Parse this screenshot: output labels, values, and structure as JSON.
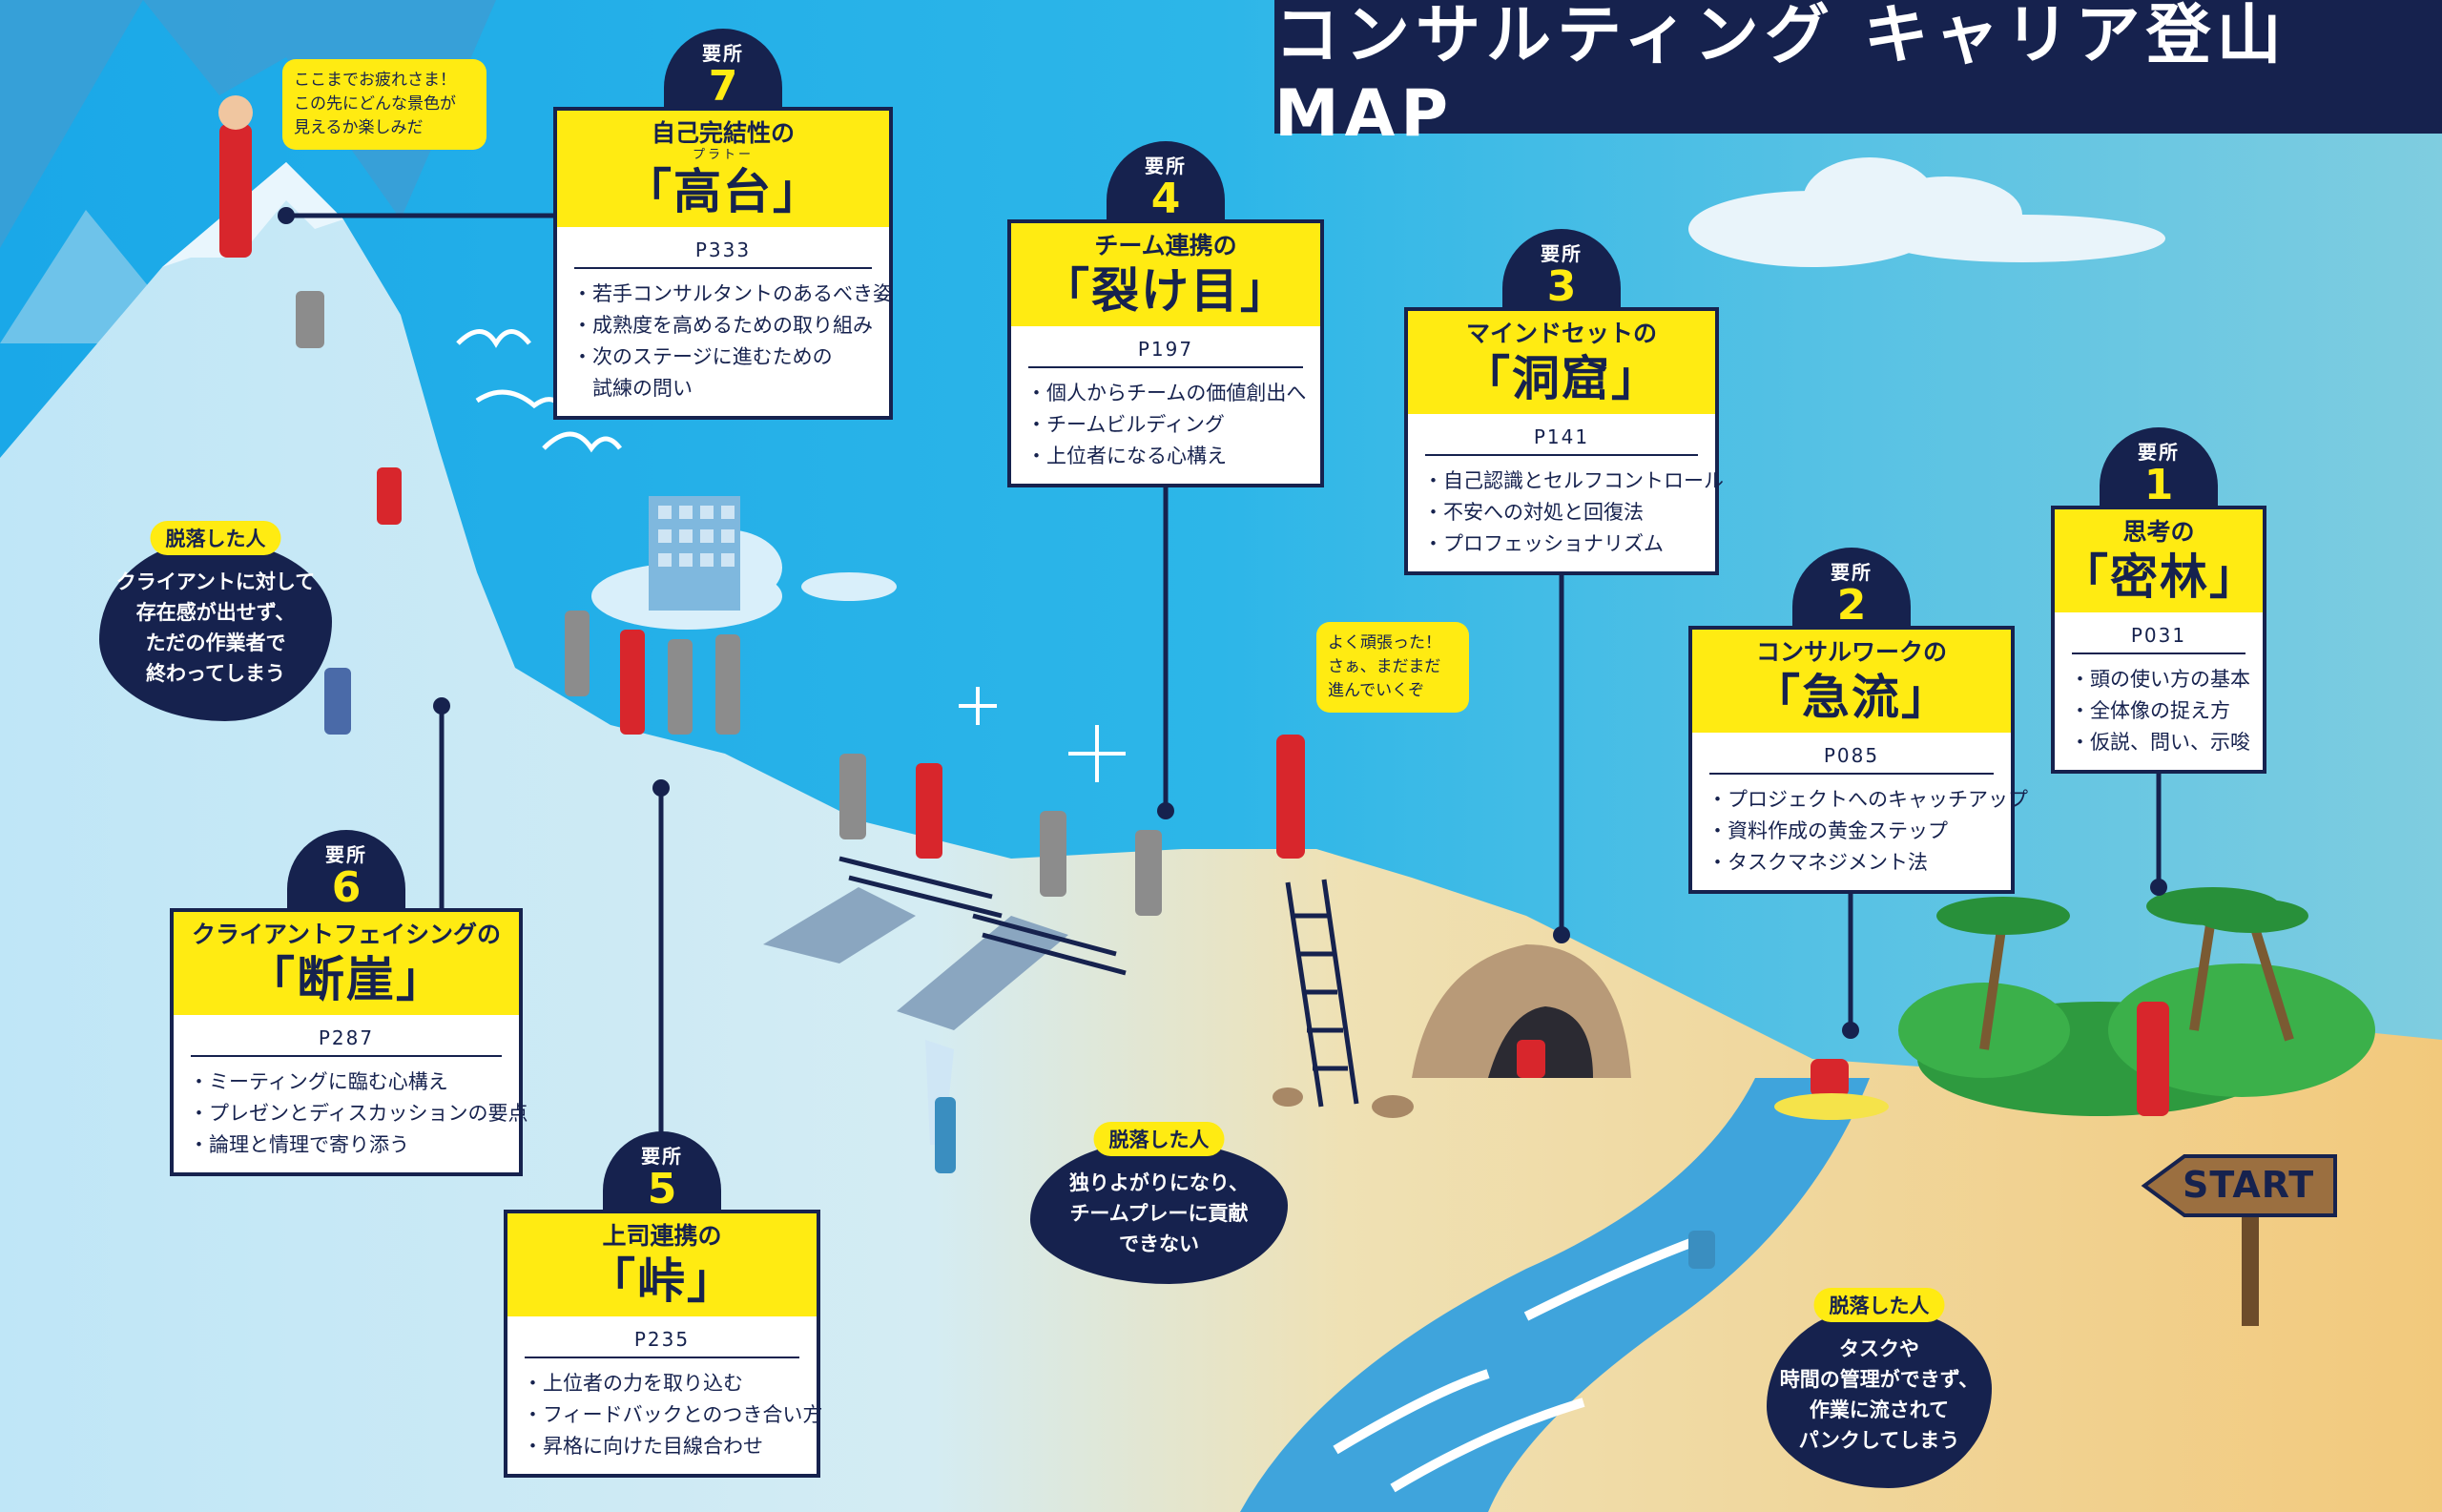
{
  "title": "コンサルティング キャリア登山MAP",
  "stages": [
    {
      "id": 1,
      "label": "要所",
      "number": "1",
      "subtitle": "思考の",
      "name": "「密林」",
      "page": "P031",
      "items": [
        "頭の使い方の基本",
        "全体像の捉え方",
        "仮説、問い、示唆"
      ]
    },
    {
      "id": 2,
      "label": "要所",
      "number": "2",
      "subtitle": "コンサルワークの",
      "name": "「急流」",
      "page": "P085",
      "items": [
        "プロジェクトへのキャッチアップ",
        "資料作成の黄金ステップ",
        "タスクマネジメント法"
      ]
    },
    {
      "id": 3,
      "label": "要所",
      "number": "3",
      "subtitle": "マインドセットの",
      "name": "「洞窟」",
      "page": "P141",
      "items": [
        "自己認識とセルフコントロール",
        "不安への対処と回復法",
        "プロフェッショナリズム"
      ]
    },
    {
      "id": 4,
      "label": "要所",
      "number": "4",
      "subtitle": "チーム連携の",
      "name": "「裂け目」",
      "page": "P197",
      "items": [
        "個人からチームの価値創出へ",
        "チームビルディング",
        "上位者になる心構え"
      ]
    },
    {
      "id": 5,
      "label": "要所",
      "number": "5",
      "subtitle": "上司連携の",
      "name": "「峠」",
      "page": "P235",
      "items": [
        "上位者の力を取り込む",
        "フィードバックとのつき合い方",
        "昇格に向けた目線合わせ"
      ]
    },
    {
      "id": 6,
      "label": "要所",
      "number": "6",
      "subtitle": "クライアントフェイシングの",
      "name": "「断崖」",
      "page": "P287",
      "items": [
        "ミーティングに臨む心構え",
        "プレゼンとディスカッションの要点",
        "論理と情理で寄り添う"
      ]
    },
    {
      "id": 7,
      "label": "要所",
      "number": "7",
      "subtitle": "自己完結性の",
      "ruby": "プラトー",
      "name": "「高台」",
      "page": "P333",
      "items": [
        "若手コンサルタントのあるべき姿",
        "成熟度を高めるための取り組み",
        "次のステージに進むための",
        "試練の問い"
      ]
    }
  ],
  "dropouts": [
    {
      "tag": "脱落した人",
      "lines": [
        "クライアントに対して",
        "存在感が出せず、",
        "ただの作業者で",
        "終わってしまう"
      ]
    },
    {
      "tag": "脱落した人",
      "lines": [
        "独りよがりになり、",
        "チームプレーに貢献",
        "できない"
      ]
    },
    {
      "tag": "脱落した人",
      "lines": [
        "タスクや",
        "時間の管理ができず、",
        "作業に流されて",
        "パンクしてしまう"
      ]
    }
  ],
  "speech": [
    {
      "lines": [
        "ここまでお疲れさま！",
        "この先にどんな景色が",
        "見えるか楽しみだ"
      ]
    },
    {
      "lines": [
        "よく頑張った！",
        "さぁ、まだまだ",
        "進んでいくぞ"
      ]
    }
  ],
  "start_sign": "START",
  "colors": {
    "navy": "#16224e",
    "yellow": "#ffeb12",
    "sky": "#2fb3e6",
    "sand": "#f2c97c",
    "water": "#3fa4dc",
    "jungle": "#2e9a3f",
    "red": "#d8262c"
  }
}
